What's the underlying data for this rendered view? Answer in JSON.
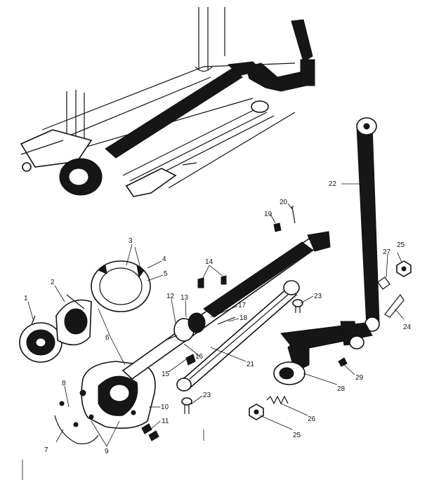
{
  "diagram": {
    "callouts": [
      {
        "id": "c1",
        "text": "1"
      },
      {
        "id": "c2",
        "text": "2"
      },
      {
        "id": "c3",
        "text": "3"
      },
      {
        "id": "c4",
        "text": "4"
      },
      {
        "id": "c5",
        "text": "5"
      },
      {
        "id": "c6",
        "text": "6"
      },
      {
        "id": "c7",
        "text": "7"
      },
      {
        "id": "c8",
        "text": "8"
      },
      {
        "id": "c9",
        "text": "9"
      },
      {
        "id": "c10",
        "text": "10"
      },
      {
        "id": "c11",
        "text": "11"
      },
      {
        "id": "c12",
        "text": "12"
      },
      {
        "id": "c13",
        "text": "13"
      },
      {
        "id": "c14",
        "text": "14"
      },
      {
        "id": "c15",
        "text": "15"
      },
      {
        "id": "c16",
        "text": "16"
      },
      {
        "id": "c17",
        "text": "17"
      },
      {
        "id": "c18",
        "text": "18"
      },
      {
        "id": "c19",
        "text": "19"
      },
      {
        "id": "c20",
        "text": "20"
      },
      {
        "id": "c21",
        "text": "21"
      },
      {
        "id": "c22",
        "text": "22"
      },
      {
        "id": "c23a",
        "text": "23"
      },
      {
        "id": "c23b",
        "text": "23"
      },
      {
        "id": "c24",
        "text": "24"
      },
      {
        "id": "c25a",
        "text": "25"
      },
      {
        "id": "c25b",
        "text": "25"
      },
      {
        "id": "c26",
        "text": "26"
      },
      {
        "id": "c27",
        "text": "27"
      },
      {
        "id": "c28",
        "text": "28"
      },
      {
        "id": "c29",
        "text": "29"
      }
    ]
  }
}
